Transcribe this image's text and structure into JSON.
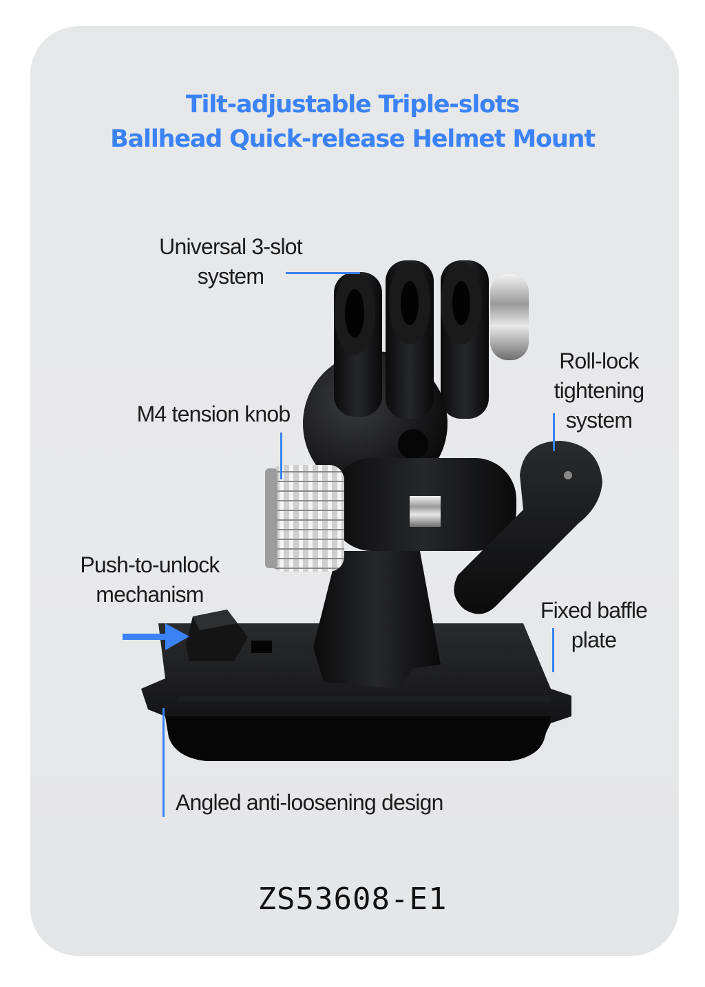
{
  "title": {
    "line1": "Tilt-adjustable Triple-slots",
    "line2": "Ballhead Quick-release Helmet Mount"
  },
  "callouts": {
    "slot_system": {
      "line1": "Universal 3-slot",
      "line2": "system"
    },
    "tension_knob": {
      "line1": "M4 tension knob"
    },
    "roll_lock": {
      "line1": "Roll-lock",
      "line2": "tightening",
      "line3": "system"
    },
    "push_unlock": {
      "line1": "Push-to-unlock",
      "line2": "mechanism"
    },
    "baffle_plate": {
      "line1": "Fixed baffle",
      "line2": "plate"
    },
    "anti_loosening": {
      "line1": "Angled anti-loosening design"
    }
  },
  "model_number": "ZS53608-E1",
  "colors": {
    "accent": "#3b82f6",
    "background_card": "#e7e8ea",
    "text": "#1c1c1c"
  },
  "icons": [
    "arrow-right-icon"
  ]
}
